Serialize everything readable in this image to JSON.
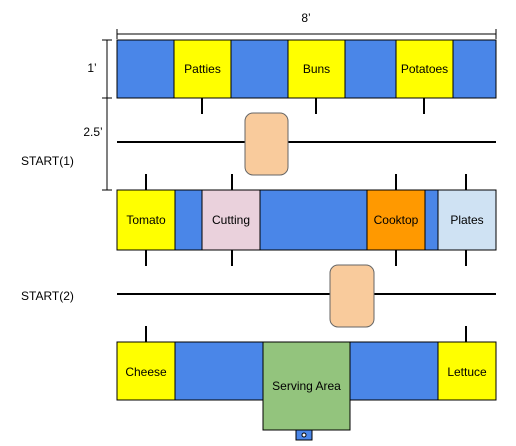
{
  "dimensions": {
    "width_label": "8’",
    "row_height_label": "1’",
    "aisle_width_label": "2.5’"
  },
  "starts": {
    "start1": "START(1)",
    "start2": "START(2)"
  },
  "stations": {
    "patties": "Patties",
    "buns": "Buns",
    "potatoes": "Potatoes",
    "tomato": "Tomato",
    "cutting": "Cutting",
    "cooktop": "Cooktop",
    "plates": "Plates",
    "cheese": "Cheese",
    "serving_area": "Serving Area",
    "lettuce": "Lettuce"
  },
  "colors": {
    "counter": "#4a86e8",
    "ingredient": "#ffff00",
    "cutting": "#ead1dc",
    "cooktop": "#ff9900",
    "plates": "#cfe2f3",
    "serving_area": "#93c47d",
    "agent": "#f9cb9c"
  }
}
